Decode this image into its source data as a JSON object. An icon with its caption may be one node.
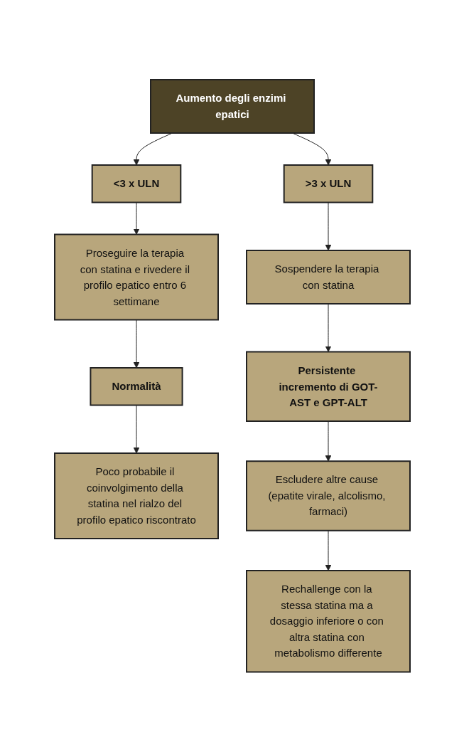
{
  "diagram": {
    "nodes": [
      {
        "text": [
          "Aumento degli enzimi epatici"
        ]
      },
      {
        "text": [
          "<3 x ULN"
        ]
      },
      {
        "text": [
          ">3 x ULN"
        ]
      },
      {
        "text": [
          "Proseguire la terapia con statina e rivedere il profilo epatico entro 6 settimane"
        ]
      },
      {
        "text": [
          "Sospendere la terapia con statina"
        ]
      },
      {
        "text": [
          "Normalità"
        ]
      },
      {
        "text": [
          "Persistente incremento di GOT-AST e GPT-ALT"
        ]
      },
      {
        "text": [
          "Poco probabile il coinvolgimento della statina nel rialzo del profilo epatico riscontrato"
        ]
      },
      {
        "text": [
          "Escludere altre cause (epatite virale, alcolismo, farmaci)"
        ]
      },
      {
        "text": [
          "Rechallenge con la stessa statina ma a dosaggio inferiore o con altra statina con metabolismo differente"
        ]
      }
    ],
    "edges": [
      {
        "from": 0,
        "to": 1,
        "arrow": "to"
      },
      {
        "from": 0,
        "to": 2,
        "arrow": "to"
      },
      {
        "from": 1,
        "to": 3,
        "arrow": "to"
      },
      {
        "from": 2,
        "to": 4,
        "arrow": "to"
      },
      {
        "from": 3,
        "to": 5,
        "arrow": "to"
      },
      {
        "from": 4,
        "to": 6,
        "arrow": "to"
      },
      {
        "from": 5,
        "to": 7,
        "arrow": "to"
      },
      {
        "from": 6,
        "to": 8,
        "arrow": "to"
      },
      {
        "from": 8,
        "to": 9,
        "arrow": "to"
      }
    ]
  }
}
